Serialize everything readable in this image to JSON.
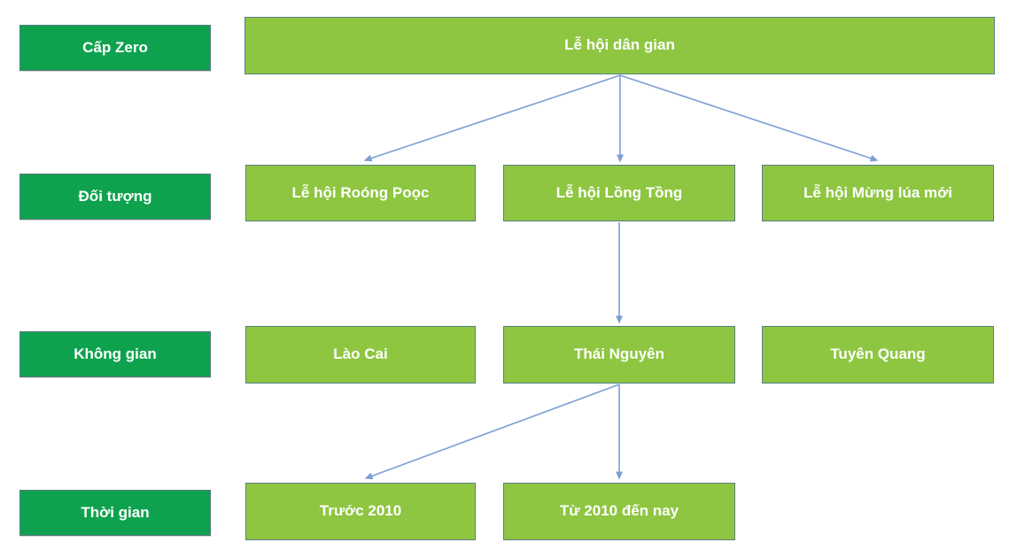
{
  "diagram": {
    "title_node": "Lễ hội dân gian",
    "rows": [
      {
        "label": "Cấp Zero",
        "nodes": [
          "Lễ hội dân gian"
        ]
      },
      {
        "label": "Đối tượng",
        "nodes": [
          "Lễ hội Roóng Poọc",
          "Lễ hội Lồng Tồng",
          "Lễ hội Mừng lúa mới"
        ]
      },
      {
        "label": "Không gian",
        "nodes": [
          "Lào Cai",
          "Thái Nguyên",
          "Tuyên Quang"
        ]
      },
      {
        "label": "Thời gian",
        "nodes": [
          "Trước 2010",
          "Từ 2010 đến nay"
        ]
      }
    ],
    "edges": [
      {
        "from": "Lễ hội dân gian",
        "to": "Lễ hội Roóng Poọc"
      },
      {
        "from": "Lễ hội dân gian",
        "to": "Lễ hội Lồng Tồng"
      },
      {
        "from": "Lễ hội dân gian",
        "to": "Lễ hội Mừng lúa mới"
      },
      {
        "from": "Lễ hội Lồng Tồng",
        "to": "Thái Nguyên"
      },
      {
        "from": "Thái Nguyên",
        "to": "Trước 2010"
      },
      {
        "from": "Thái Nguyên",
        "to": "Từ 2010 đến nay"
      }
    ],
    "colors": {
      "row_label_fill": "#0FA24E",
      "node_fill": "#8EC641",
      "node_border": "#5B7E87",
      "arrow": "#7C9FD3",
      "text": "#FFFFFF"
    }
  }
}
